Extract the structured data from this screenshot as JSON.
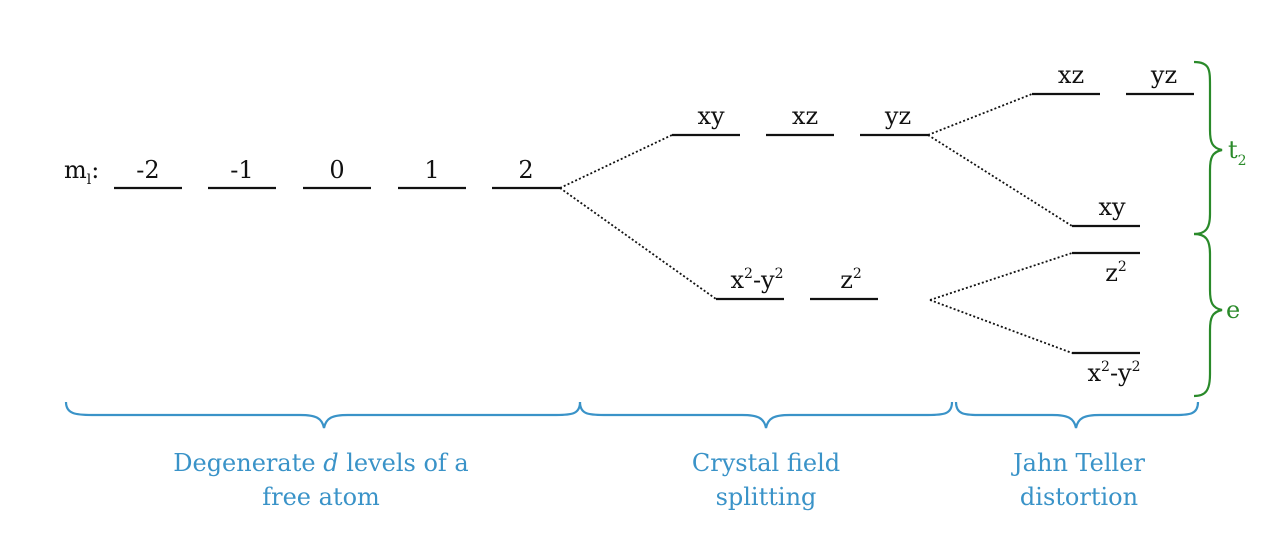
{
  "ml_label": {
    "main": "m",
    "sub": "l",
    "colon": ":"
  },
  "free_atom_levels": [
    "-2",
    "-1",
    "0",
    "1",
    "2"
  ],
  "crystal_field": {
    "upper": [
      "xy",
      "xz",
      "yz"
    ],
    "lower": [
      {
        "base": "x",
        "sup1": "2",
        "mid": "-y",
        "sup2": "2"
      },
      {
        "base": "z",
        "sup1": "2"
      }
    ]
  },
  "jahn_teller": {
    "top": [
      "xz",
      "yz"
    ],
    "xy": "xy",
    "z2": {
      "base": "z",
      "sup1": "2"
    },
    "x2y2": {
      "base": "x",
      "sup1": "2",
      "mid": "-y",
      "sup2": "2"
    }
  },
  "groups": {
    "t2": {
      "main": "t",
      "sub": "2"
    },
    "e": "e"
  },
  "captions": {
    "free_atom": {
      "line1_a": "Degenerate ",
      "line1_italic": "d",
      "line1_b": " levels of a",
      "line2": "free atom"
    },
    "crystal_field": {
      "line1": "Crystal field",
      "line2": "splitting"
    },
    "jahn_teller": {
      "line1": "Jahn Teller",
      "line2": "distortion"
    }
  },
  "colors": {
    "caption_blue": "#3a93c8",
    "group_green": "#2a8a2a",
    "ink": "#111111"
  }
}
